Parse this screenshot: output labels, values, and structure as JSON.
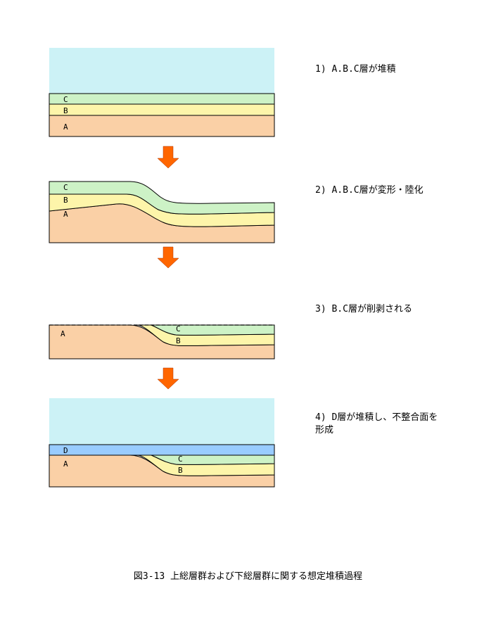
{
  "colors": {
    "sea": "#ccf2f6",
    "layer_a": "#fad0a6",
    "layer_b": "#fdf5aa",
    "layer_c": "#cdf2c6",
    "layer_d": "#99ccff",
    "arrow": "#ff6600"
  },
  "steps": [
    {
      "text": "1) A.B.C層が堆積",
      "layer_labels": [
        "C",
        "B",
        "A"
      ]
    },
    {
      "text": "2) A.B.C層が変形・陸化",
      "layer_labels": [
        "C",
        "B",
        "A"
      ]
    },
    {
      "text": "3) B.C層が削剥される",
      "layer_labels": [
        "A",
        "C",
        "B"
      ]
    },
    {
      "text": "4) D層が堆積し、不整合面を\n形成",
      "layer_labels": [
        "D",
        "A",
        "C",
        "B"
      ]
    }
  ],
  "arrow_icon": "down-arrow-icon",
  "caption": "図3-13 上総層群および下総層群に関する想定堆積過程"
}
